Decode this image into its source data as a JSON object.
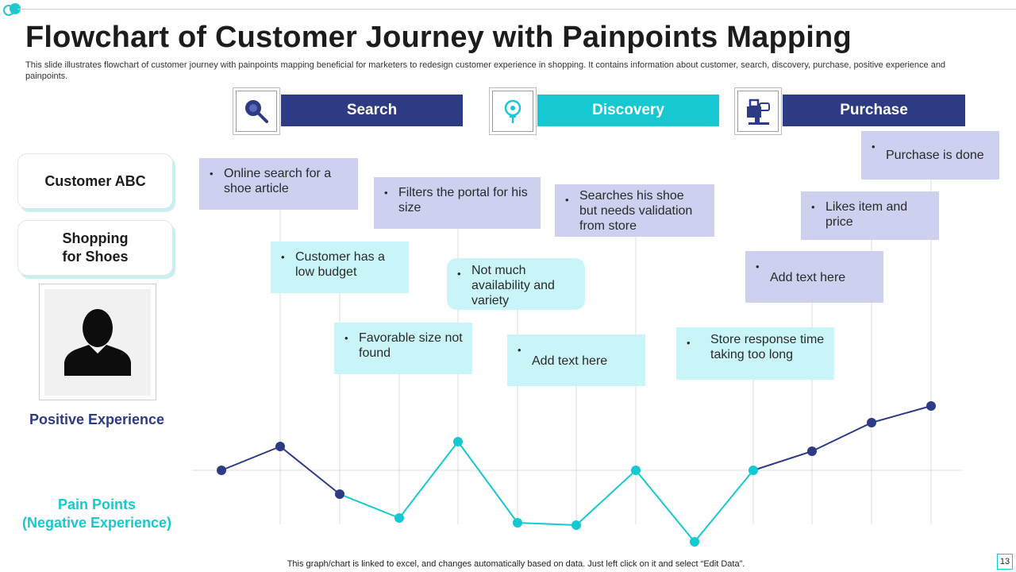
{
  "header": {
    "title": "Flowchart of Customer Journey with Painpoints Mapping",
    "subtitle": "This slide illustrates flowchart of customer journey with painpoints mapping beneficial for marketers to redesign customer experience in shopping. It contains information about customer, search, discovery, purchase, positive experience and painpoints."
  },
  "stages": [
    {
      "label": "Search",
      "icon": "magnifier-icon",
      "color": "#2d3a84"
    },
    {
      "label": "Discovery",
      "icon": "lightbulb-icon",
      "color": "#16c8d1"
    },
    {
      "label": "Purchase",
      "icon": "purchase-icon",
      "color": "#2d3a84"
    }
  ],
  "sidebar": {
    "customer": "Customer ABC",
    "scenario": "Shopping\nfor Shoes",
    "avatar_icon": "user-silhouette-icon",
    "positive_label": "Positive Experience",
    "negative_label": "Pain Points\n(Negative Experience)"
  },
  "notes": [
    "Online search for a shoe article",
    "Customer has a low budget",
    "Favorable size not found",
    "Filters the portal for his size",
    "Not much availability and variety",
    "Add text here",
    "Searches his shoe but needs validation from store",
    "Store response time taking too long",
    "Add text here",
    "Likes item and price",
    "Purchase is done"
  ],
  "chart_data": {
    "type": "line",
    "x": [
      1,
      2,
      3,
      4,
      5,
      6,
      7,
      8,
      9,
      10,
      11,
      12,
      13
    ],
    "values": [
      0,
      1,
      -1,
      -2,
      1.2,
      -2.2,
      -2.3,
      0,
      -3,
      0,
      0.8,
      2,
      2.7
    ],
    "point_series": [
      "positive",
      "positive",
      "positive",
      "negative",
      "negative",
      "negative",
      "negative",
      "negative",
      "negative",
      "negative",
      "positive",
      "positive",
      "positive"
    ],
    "colors": {
      "positive": "#2d3a84",
      "negative": "#16c8d1"
    },
    "baseline": 0,
    "ylim": [
      -3,
      3
    ],
    "grid": true
  },
  "footer": {
    "note": "This graph/chart is linked to excel,  and changes automatically based on data. Just left click on it and select “Edit Data”.",
    "page": "13"
  }
}
